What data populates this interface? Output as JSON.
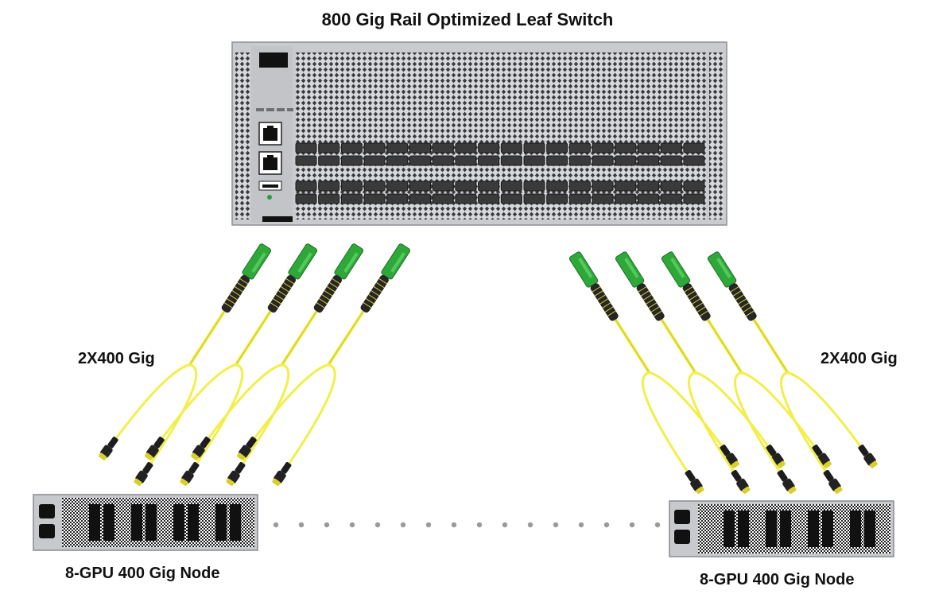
{
  "title": "800 Gig Rail Optimized Leaf Switch",
  "cable_label_left": "2X400 Gig",
  "cable_label_right": "2X400 Gig",
  "node_left_label": "8-GPU 400 Gig Node",
  "node_right_label": "8-GPU 400 Gig Node",
  "colors": {
    "chassis": "#c9cbcf",
    "port": "#3a3a3a",
    "connector": "#2fa83a",
    "cable": "#f2ef4a",
    "mpo": "#d8cf2a",
    "status_led": "#22a046"
  },
  "switch": {
    "port_rows": 4,
    "ports_per_row": 18,
    "mgmt_ports": 2
  },
  "nodes": {
    "gpu_slot_groups": 4,
    "nics_per_node": 2
  },
  "cables": {
    "left_count": 4,
    "right_count": 4,
    "breakout_legs": 2
  },
  "connector_dots": 16
}
